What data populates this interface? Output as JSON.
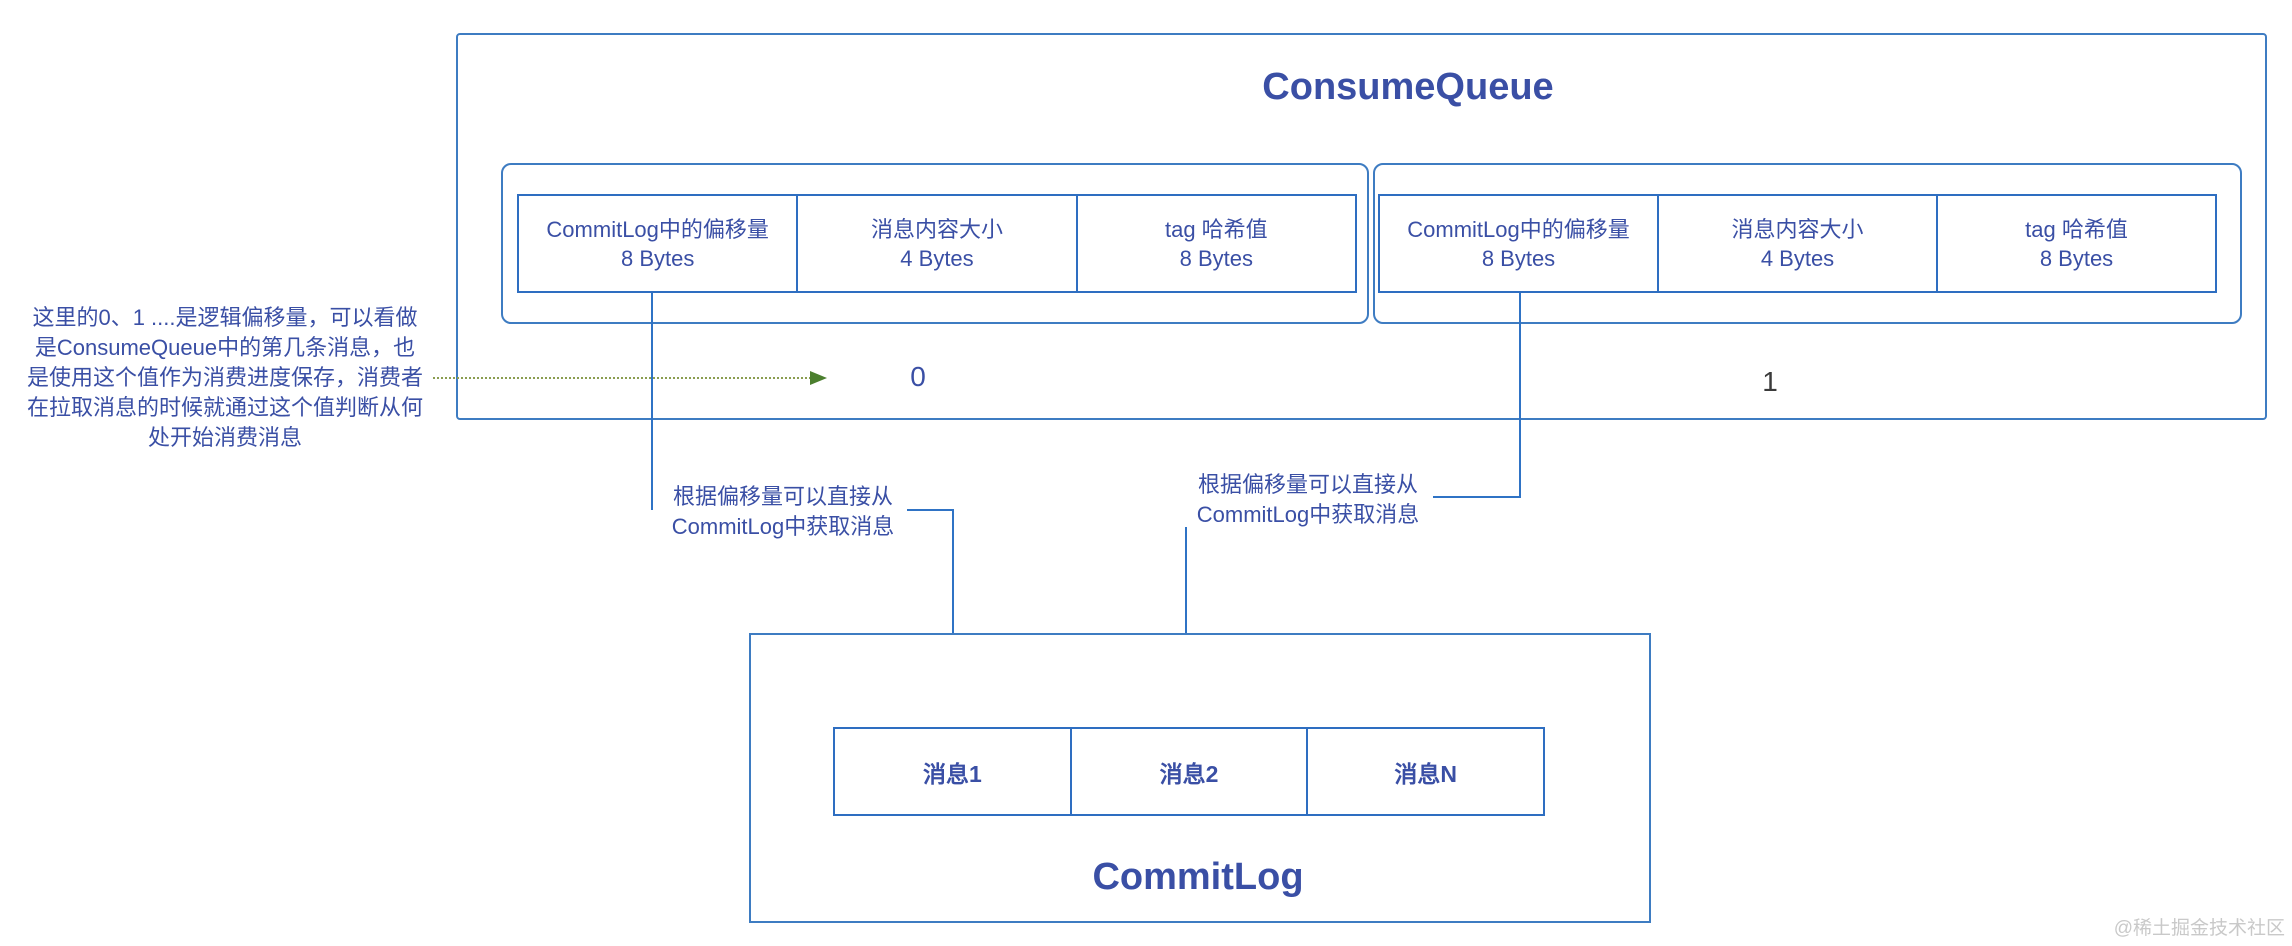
{
  "colors": {
    "box_border_blue": "#3E7CC2",
    "table_border_blue": "#2E6EC1",
    "connector_blue": "#2F73C5",
    "text_indigo": "#3A4FA5",
    "index_one_dark": "#3A3A3A",
    "dotted_line_green": "#8A9D50",
    "green_arrowhead": "#4B7F2E",
    "watermark_gray": "#C9C9C9"
  },
  "consume_queue": {
    "title": "ConsumeQueue",
    "entries": [
      {
        "index_label": "0",
        "fields": [
          {
            "name": "CommitLog中的偏移量",
            "size": "8 Bytes"
          },
          {
            "name": "消息内容大小",
            "size": "4 Bytes"
          },
          {
            "name": "tag 哈希值",
            "size": "8 Bytes"
          }
        ]
      },
      {
        "index_label": "1",
        "fields": [
          {
            "name": "CommitLog中的偏移量",
            "size": "8 Bytes"
          },
          {
            "name": "消息内容大小",
            "size": "4 Bytes"
          },
          {
            "name": "tag 哈希值",
            "size": "8 Bytes"
          }
        ]
      }
    ]
  },
  "annotations": {
    "logical_offset_note_lines": [
      "这里的0、1 ....是逻辑偏移量，可以看做",
      "是ConsumeQueue中的第几条消息，也",
      "是使用这个值作为消费进度保存，消费者",
      "在拉取消息的时候就通过这个值判断从何",
      "处开始消费消息"
    ],
    "fetch_note_left_lines": [
      "根据偏移量可以直接从",
      "CommitLog中获取消息"
    ],
    "fetch_note_right_lines": [
      "根据偏移量可以直接从",
      "CommitLog中获取消息"
    ]
  },
  "commit_log": {
    "title": "CommitLog",
    "messages": [
      "消息1",
      "消息2",
      "消息N"
    ]
  },
  "watermark": "@稀土掘金技术社区"
}
